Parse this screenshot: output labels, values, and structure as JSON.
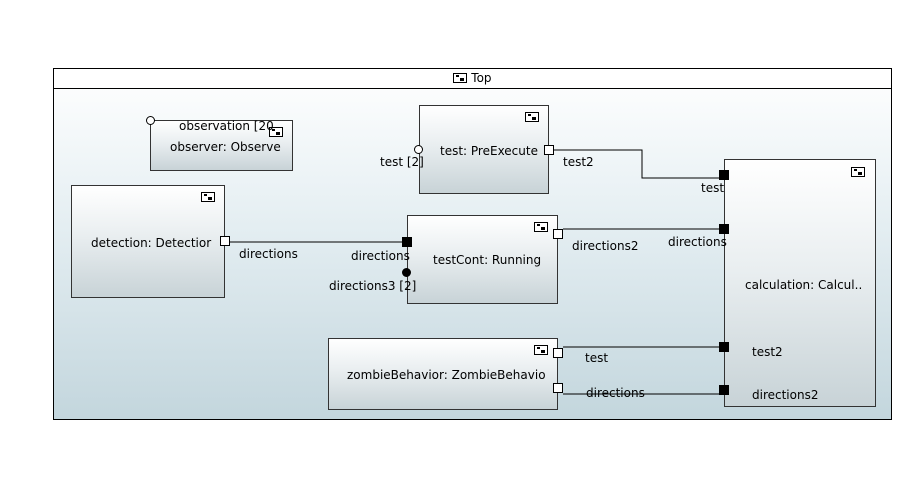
{
  "frame": {
    "title": "Top"
  },
  "parts": {
    "observer": {
      "name": "observer: Observe",
      "port_label": "observation [20"
    },
    "test": {
      "name": "test: PreExecute",
      "port_in_label": "test [2]",
      "port_out_label": "test2"
    },
    "detection": {
      "name": "detection: Detectior",
      "port_label": "directions"
    },
    "testCont": {
      "name": "testCont: Running",
      "port_in_label": "directions",
      "port_in2_label": "directions3 [2]",
      "port_out_label": "directions2"
    },
    "zombie": {
      "name": "zombieBehavior: ZombieBehavio",
      "port_top_label": "test",
      "port_bottom_label": "directions"
    },
    "calculation": {
      "name": "calculation: Calcul..",
      "port1_label": "test",
      "port2_label": "directions",
      "port3_label": "test2",
      "port4_label": "directions2"
    }
  },
  "icons": [
    "structure-icon"
  ]
}
